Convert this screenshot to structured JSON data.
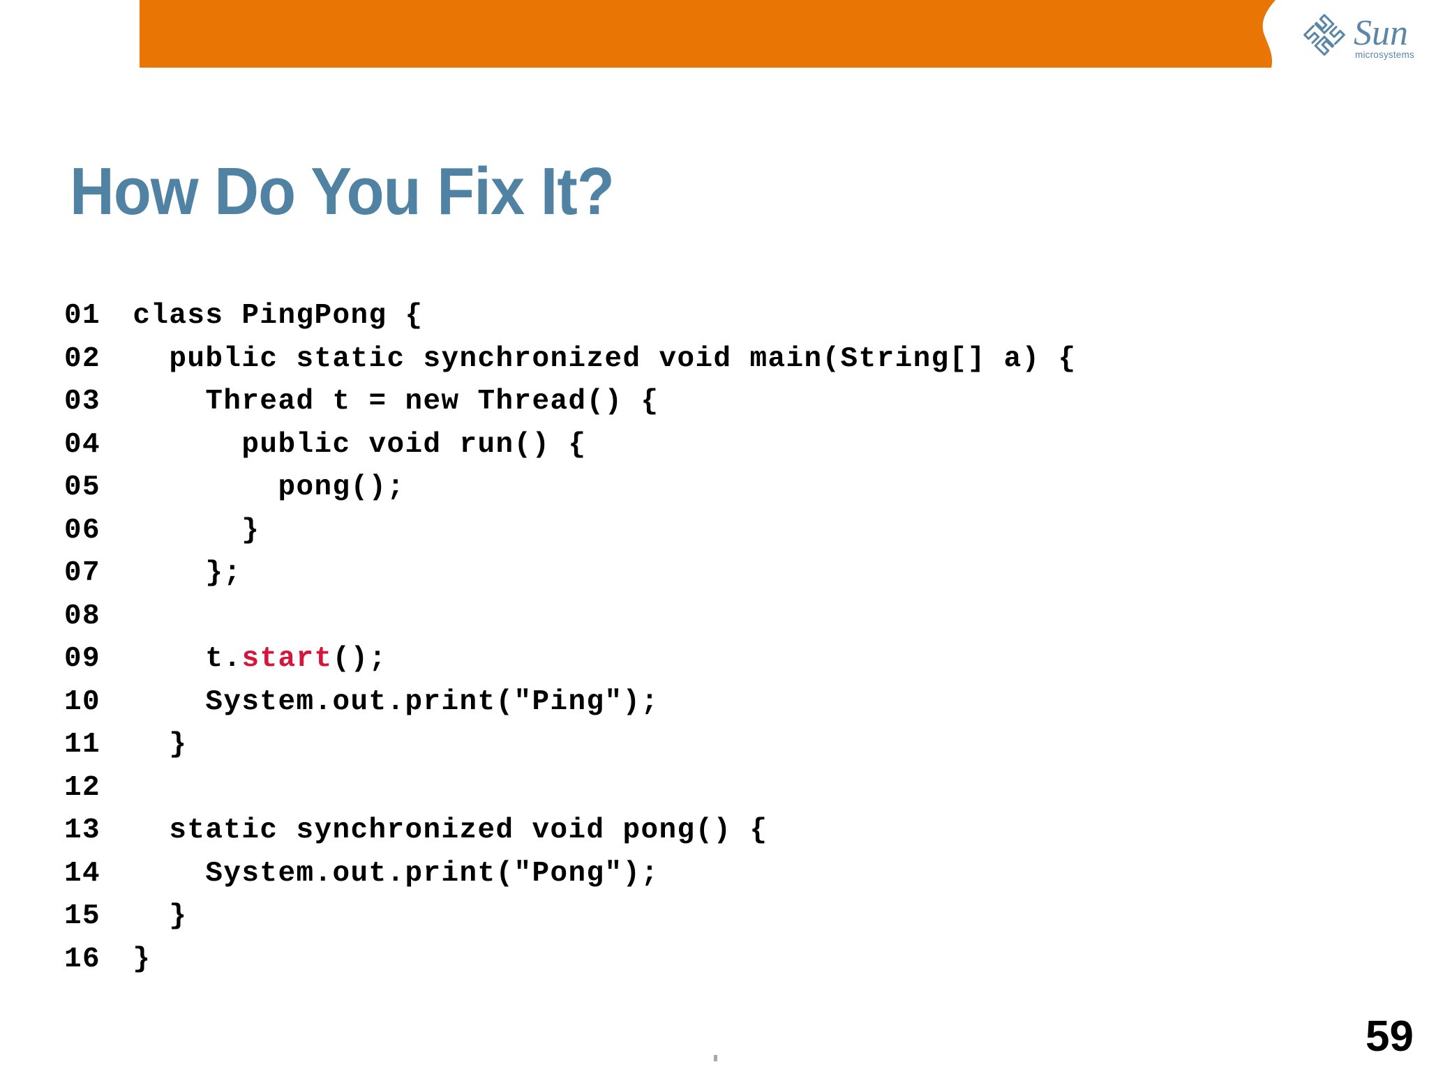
{
  "slide": {
    "title": "How Do You Fix It?",
    "page_number": "59",
    "footer_mark": ""
  },
  "brand": {
    "logo_name": "Sun Microsystems",
    "wordmark": "Sun",
    "tagline": "microsystems",
    "logo_color": "#5a87a8",
    "banner_color": "#e87504",
    "title_color": "#4f82a3"
  },
  "code": {
    "language": "java",
    "highlight_color": "#d8143c",
    "highlighted_token": "start",
    "lines": [
      {
        "number": "01",
        "text": "class PingPong {"
      },
      {
        "number": "02",
        "text": "  public static synchronized void main(String[] a) {"
      },
      {
        "number": "03",
        "text": "    Thread t = new Thread() {"
      },
      {
        "number": "04",
        "text": "      public void run() {"
      },
      {
        "number": "05",
        "text": "        pong();"
      },
      {
        "number": "06",
        "text": "      }"
      },
      {
        "number": "07",
        "text": "    };"
      },
      {
        "number": "08",
        "text": ""
      },
      {
        "number": "09",
        "pre": "    t.",
        "hl": "start",
        "post": "();"
      },
      {
        "number": "10",
        "text": "    System.out.print(\"Ping\");"
      },
      {
        "number": "11",
        "text": "  }"
      },
      {
        "number": "12",
        "text": ""
      },
      {
        "number": "13",
        "text": "  static synchronized void pong() {"
      },
      {
        "number": "14",
        "text": "    System.out.print(\"Pong\");"
      },
      {
        "number": "15",
        "text": "  }"
      },
      {
        "number": "16",
        "text": "}"
      }
    ]
  }
}
